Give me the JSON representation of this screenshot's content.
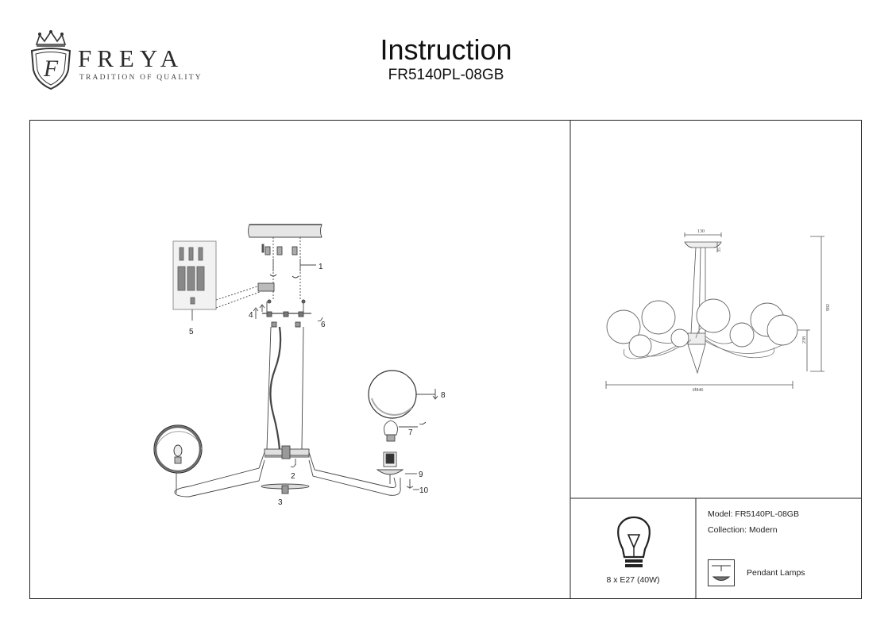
{
  "brand": {
    "name": "FREYA",
    "tagline": "TRADITION OF QUALITY"
  },
  "header": {
    "title": "Instruction",
    "model_code": "FR5140PL-08GB"
  },
  "assembly_callouts": [
    "1",
    "2",
    "3",
    "4",
    "5",
    "6",
    "7",
    "8",
    "9",
    "10"
  ],
  "dimensions": {
    "canopy_width": "130",
    "canopy_height": "35",
    "total_height": "982",
    "lamp_body_height": "238",
    "diameter": "Ø846"
  },
  "specs": {
    "bulb": "8 x E27 (40W)",
    "model": "Model: FR5140PL-08GB",
    "collection": "Collection: Modern",
    "lamp_type": "Pendant Lamps"
  }
}
